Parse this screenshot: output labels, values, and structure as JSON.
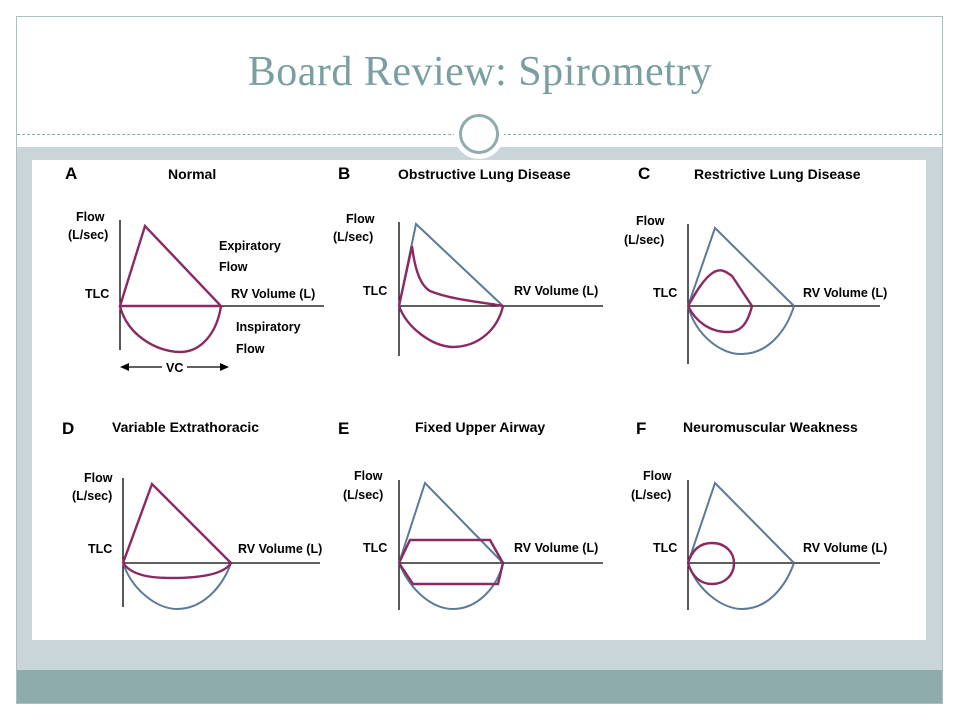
{
  "slide": {
    "title": "Board Review: Spirometry",
    "colors": {
      "title": "#7a9fa0",
      "content_band": "#c9d5d9",
      "footer_band": "#8eacac"
    }
  },
  "figure": {
    "colors": {
      "normal_curve": "#5b7a99",
      "disease_curve": "#8b2a62"
    },
    "labels": {
      "flow": "Flow",
      "flow_unit": "(L/sec)",
      "tlc": "TLC",
      "rv_volume": "RV Volume (L)"
    },
    "panels": [
      {
        "letter": "A",
        "title": "Normal",
        "annotations": {
          "expiratory_1": "Expiratory",
          "expiratory_2": "Flow",
          "inspiratory_1": "Inspiratory",
          "inspiratory_2": "Flow",
          "vc": "VC"
        }
      },
      {
        "letter": "B",
        "title": "Obstructive Lung Disease"
      },
      {
        "letter": "C",
        "title": "Restrictive Lung Disease"
      },
      {
        "letter": "D",
        "title": "Variable Extrathoracic"
      },
      {
        "letter": "E",
        "title": "Fixed Upper Airway"
      },
      {
        "letter": "F",
        "title": "Neuromuscular Weakness"
      }
    ]
  }
}
